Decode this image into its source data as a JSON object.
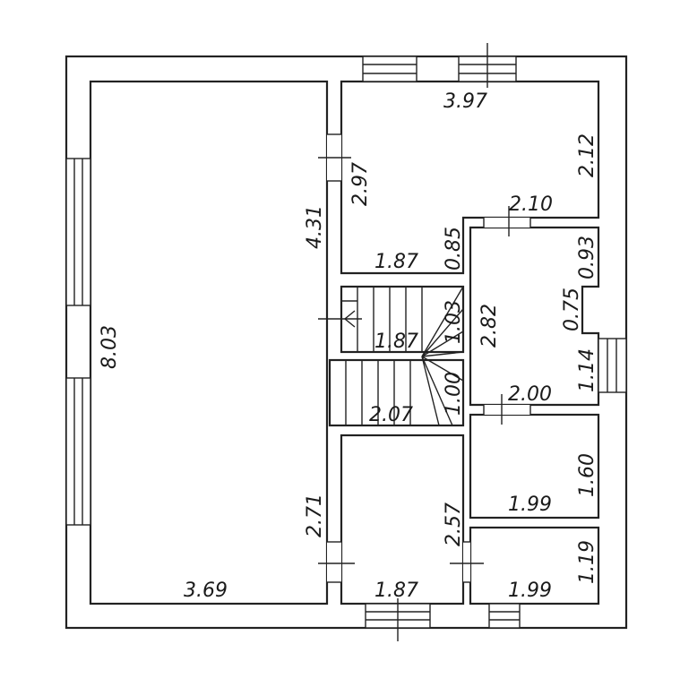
{
  "labels": {
    "big_room_width_top": "4.31",
    "big_room_height": "8.03",
    "big_room_width_bottom": "3.69",
    "big_room_lower_side": "2.71",
    "top_right_width": "3.97",
    "top_right_height_right": "2.12",
    "top_right_height_left": "2.97",
    "top_right_bottom": "1.87",
    "corridor_top": "2.10",
    "niche_left": "0.85",
    "stair_upper_width": "1.87",
    "stair_upper_height": "1.03",
    "stair_lower_width": "2.07",
    "stair_lower_height": "1.00",
    "middle_right_height": "2.82",
    "middle_right_top_segment": "0.93",
    "middle_right_mid_segment": "0.75",
    "middle_right_low_segment": "1.14",
    "middle_right_bottom": "2.00",
    "bath_height": "1.60",
    "bath_width": "1.99",
    "wc_height": "1.19",
    "wc_width": "1.99",
    "bottom_room_height": "2.57",
    "bottom_room_width": "1.87"
  }
}
